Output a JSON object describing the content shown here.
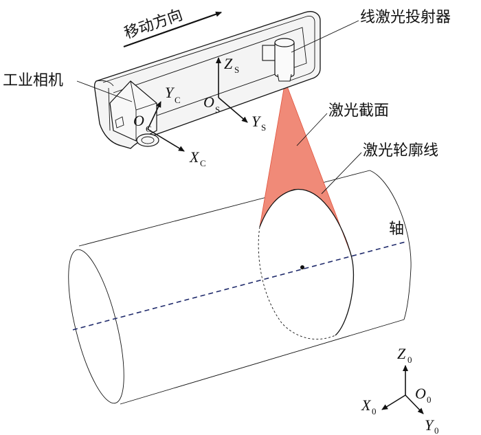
{
  "labels": {
    "move_direction": "移动方向",
    "line_laser_projector": "线激光投射器",
    "industrial_camera": "工业相机",
    "laser_section": "激光截面",
    "laser_contour": "激光轮廓线",
    "axis": "轴"
  },
  "camera_frame": {
    "origin": "O",
    "origin_sub": "C",
    "x": "X",
    "x_sub": "C",
    "y": "Y",
    "y_sub": "C"
  },
  "sensor_frame": {
    "origin": "O",
    "origin_sub": "S",
    "y": "Y",
    "y_sub": "S",
    "z": "Z",
    "z_sub": "S"
  },
  "world_frame": {
    "origin": "O",
    "origin_sub": "0",
    "x": "X",
    "x_sub": "0",
    "y": "Y",
    "y_sub": "0",
    "z": "Z",
    "z_sub": "0"
  },
  "colors": {
    "laser_fill": "#f08a78",
    "laser_edge": "#e0503a",
    "axis_line": "#1f2a6b"
  }
}
